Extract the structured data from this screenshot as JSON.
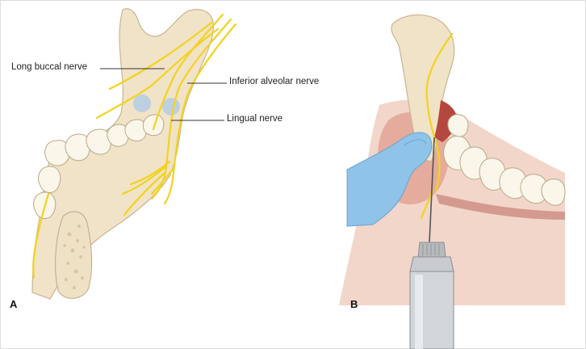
{
  "labels": {
    "long_buccal": "Long buccal nerve",
    "inferior_alveolar": "Inferior alveolar nerve",
    "lingual": "Lingual nerve"
  },
  "panels": {
    "a": "A",
    "b": "B"
  },
  "colors": {
    "bone": "#f1e3c7",
    "bone_outline": "#c9b591",
    "nerve": "#f2d31e",
    "glove": "#8fc3e8",
    "soft_tissue": "#e8b9a8",
    "gum": "#c2706a",
    "syringe": "#c9cccf",
    "leader_line": "#333333"
  },
  "icons": {
    "injection_site": "blue-circle",
    "syringe": "syringe-icon"
  }
}
